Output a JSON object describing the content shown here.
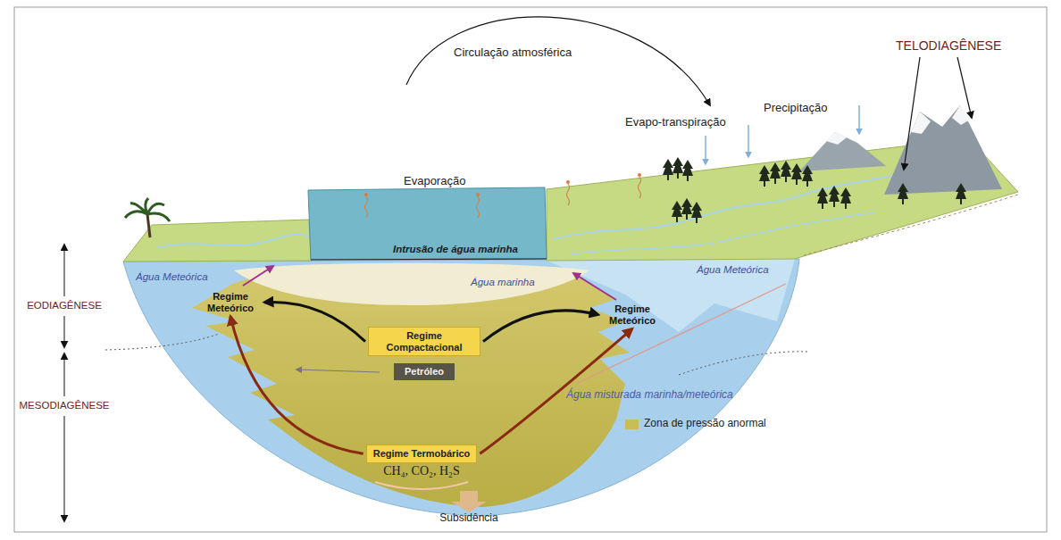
{
  "diagram": {
    "nodes": [
      {
        "text": [
          "Regime Meteórico"
        ]
      },
      {
        "text": [
          "Regime Meteórico"
        ]
      },
      {
        "text": [
          "Regime Compactacional"
        ]
      },
      {
        "text": [
          "Petróleo"
        ]
      },
      {
        "text": [
          "Regime Termobárico",
          "CH₄, CO₂, H₂S"
        ]
      }
    ],
    "edges": [
      {
        "from": 2,
        "to": 0,
        "arrow": "to"
      },
      {
        "from": 2,
        "to": 1,
        "arrow": "to"
      },
      {
        "from": 4,
        "to": 0,
        "arrow": "to"
      },
      {
        "from": 4,
        "to": 1,
        "arrow": "to"
      }
    ],
    "labels": [
      "Circulação atmosférica",
      "TELODIAGÊNESE",
      "Precipitação",
      "Evapo-transpiração",
      "Evaporação",
      "Intrusão de água marinha",
      "Água Meteórica",
      "Água Meteórica",
      "Água marinha",
      "EODIAGÊNESE",
      "MESODIAGÊNESE",
      "Água misturada marinha/meteórica",
      "Subsidência"
    ],
    "legend": [
      {
        "text": "Zona de pressão anormal",
        "color": "#c9bd56"
      }
    ]
  }
}
